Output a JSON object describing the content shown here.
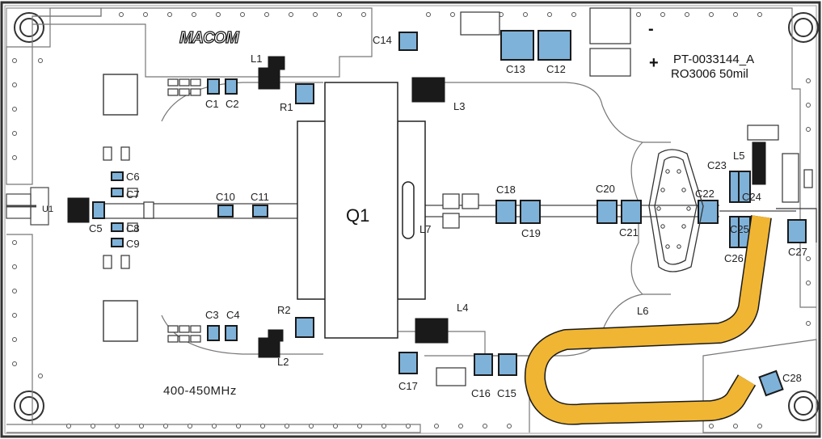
{
  "logo": "MACOM",
  "board": {
    "part_number": "PT-0033144_A",
    "substrate": "RO3006 50mil",
    "frequency": "400-450MHz",
    "transistor": "Q1",
    "minus_sign": "-",
    "plus_sign": "+"
  },
  "components": {
    "C1": "C1",
    "C2": "C2",
    "C3": "C3",
    "C4": "C4",
    "C5": "C5",
    "C6": "C6",
    "C7": "C7",
    "C8": "C8",
    "C9": "C9",
    "C10": "C10",
    "C11": "C11",
    "C12": "C12",
    "C13": "C13",
    "C14": "C14",
    "C15": "C15",
    "C16": "C16",
    "C17": "C17",
    "C18": "C18",
    "C19": "C19",
    "C20": "C20",
    "C21": "C21",
    "C22": "C22",
    "C23": "C23",
    "C24": "C24",
    "C25": "C25",
    "C26": "C26",
    "C27": "C27",
    "C28": "C28",
    "L1": "L1",
    "L2": "L2",
    "L3": "L3",
    "L4": "L4",
    "L5": "L5",
    "L6": "L6",
    "L7": "L7",
    "R1": "R1",
    "R2": "R2",
    "U1": "U1"
  },
  "colors": {
    "capacitor": "#7fb2d9",
    "trace": "#f0b533",
    "outline": "#555555",
    "component_dark": "#1a1a1a"
  }
}
